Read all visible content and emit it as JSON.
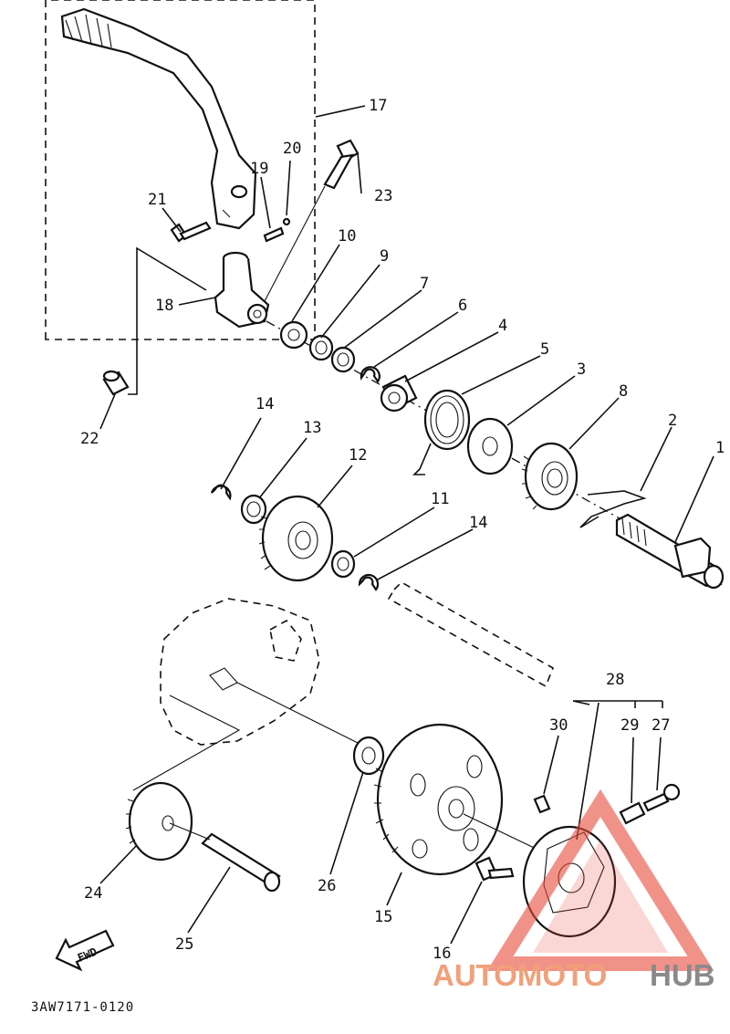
{
  "diagram": {
    "code": "3AW7171-0120",
    "fwd_label": "FWD",
    "callouts": [
      "1",
      "2",
      "3",
      "4",
      "5",
      "6",
      "7",
      "8",
      "9",
      "10",
      "11",
      "12",
      "13",
      "14",
      "14",
      "15",
      "16",
      "17",
      "18",
      "19",
      "20",
      "21",
      "22",
      "23",
      "24",
      "25",
      "26",
      "27",
      "28",
      "29",
      "30"
    ]
  },
  "watermark": {
    "part1": "AUTOMOTO",
    "part2": "HUB",
    "color1": "#f0a07a",
    "color2": "#8a8a8a",
    "triangle_color": "#e84a3a"
  }
}
